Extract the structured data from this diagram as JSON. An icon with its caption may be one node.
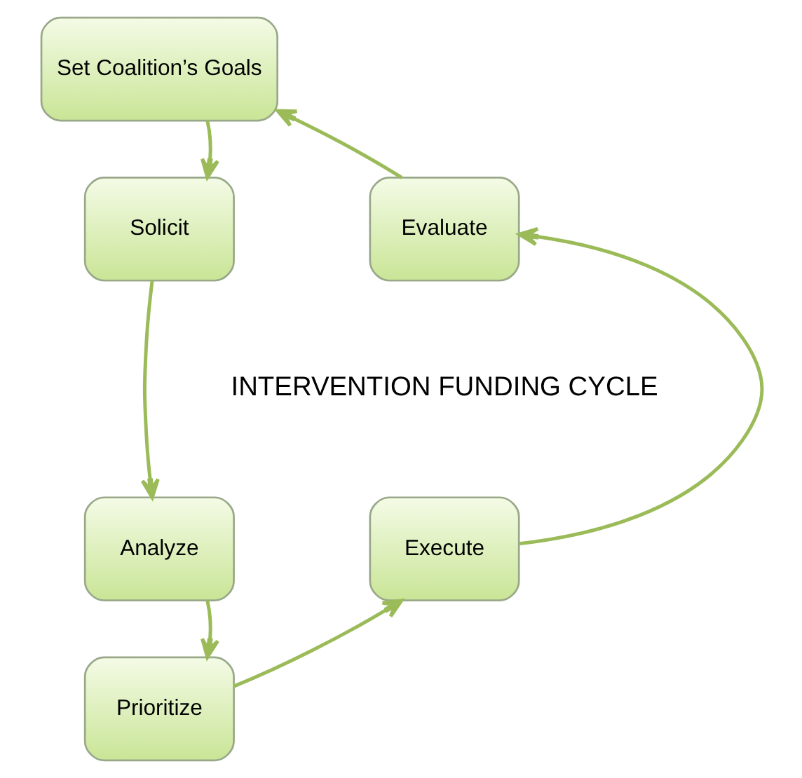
{
  "diagram": {
    "nodes": [
      {
        "text": [
          "Set Coalition’s Goals"
        ]
      },
      {
        "text": [
          "Solicit"
        ]
      },
      {
        "text": [
          "Analyze"
        ]
      },
      {
        "text": [
          "Prioritize"
        ]
      },
      {
        "text": [
          "Execute"
        ]
      },
      {
        "text": [
          "Evaluate"
        ]
      }
    ],
    "edges": [
      {
        "from": 0,
        "to": 1,
        "arrow": "to"
      },
      {
        "from": 1,
        "to": 2,
        "arrow": "to"
      },
      {
        "from": 2,
        "to": 3,
        "arrow": "to"
      },
      {
        "from": 3,
        "to": 4,
        "arrow": "to"
      },
      {
        "from": 4,
        "to": 5,
        "arrow": "to"
      },
      {
        "from": 5,
        "to": 0,
        "arrow": "to"
      }
    ],
    "labels": [
      "INTERVENTION FUNDING CYCLE"
    ]
  }
}
